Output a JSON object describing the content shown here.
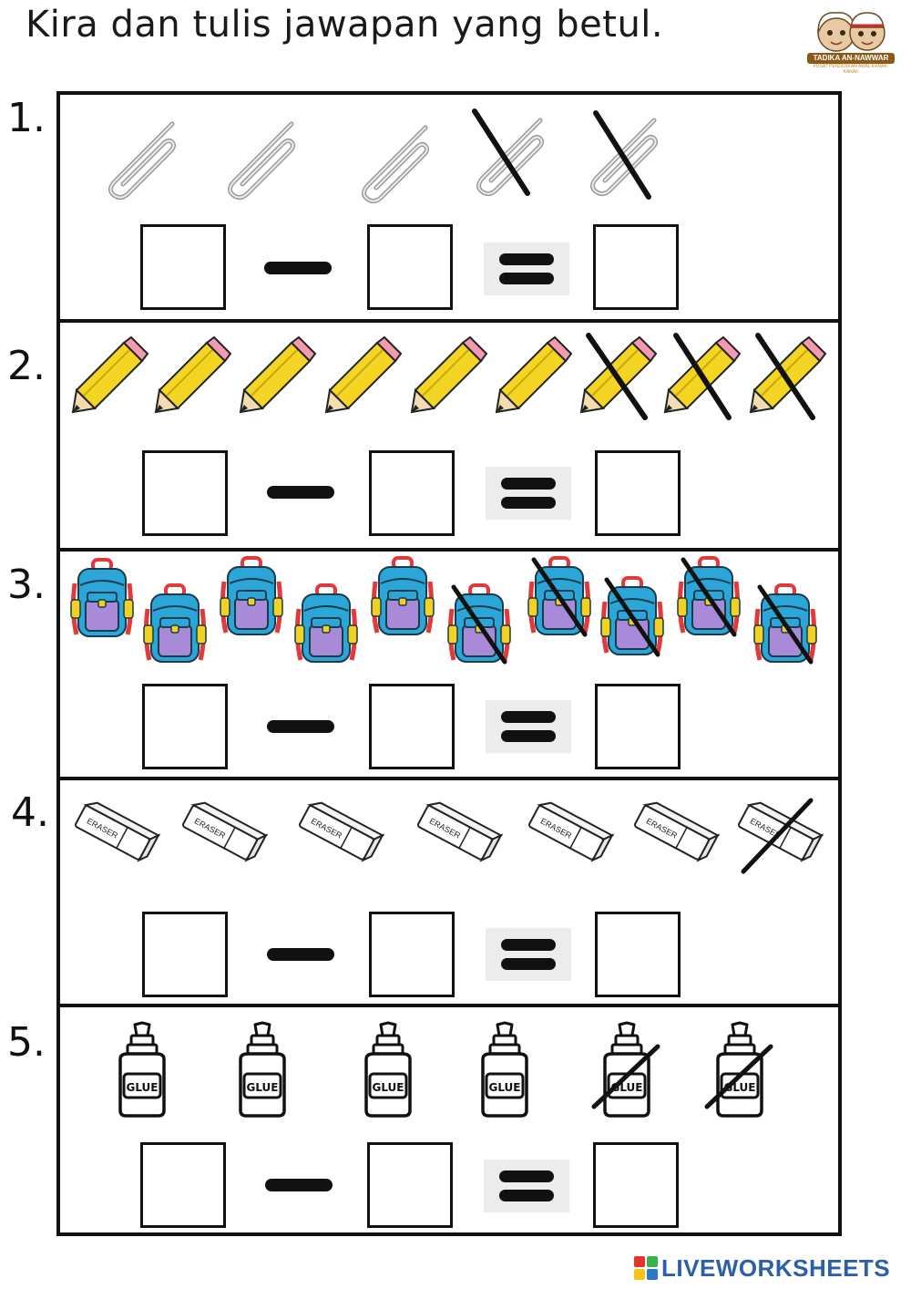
{
  "instruction": "Kira dan tulis jawapan yang betul.",
  "logo": {
    "name": "TADIKA AN-NAWWAR",
    "tagline": "PUSAT PENDIDIKAN AWAL KANAK-KANAK"
  },
  "operators": {
    "minus": "minus",
    "equals": "equals"
  },
  "questions": [
    {
      "number": "1.",
      "item_icon": "paperclip-icon",
      "total": 5,
      "crossed": 2,
      "answers": [
        "",
        "",
        ""
      ]
    },
    {
      "number": "2.",
      "item_icon": "pencil-icon",
      "total": 9,
      "crossed": 3,
      "answers": [
        "",
        "",
        ""
      ]
    },
    {
      "number": "3.",
      "item_icon": "backpack-icon",
      "total": 10,
      "crossed": 5,
      "answers": [
        "",
        "",
        ""
      ]
    },
    {
      "number": "4.",
      "item_icon": "eraser-icon",
      "total": 7,
      "crossed": 1,
      "answers": [
        "",
        "",
        ""
      ],
      "item_label": "ERASER"
    },
    {
      "number": "5.",
      "item_icon": "glue-bottle-icon",
      "total": 6,
      "crossed": 2,
      "answers": [
        "",
        "",
        ""
      ],
      "item_label": "GLUE"
    }
  ],
  "colors": {
    "pencil_body": "#f5d523",
    "pencil_eraser": "#f29ab0",
    "backpack_body": "#2aa7d8",
    "backpack_pocket": "#a98ad8",
    "backpack_strap": "#e23a3a",
    "backpack_buckle": "#f2d21f",
    "footer_text": "#2b5fa8"
  },
  "footer": {
    "brand": "LIVEWORKSHEETS"
  }
}
